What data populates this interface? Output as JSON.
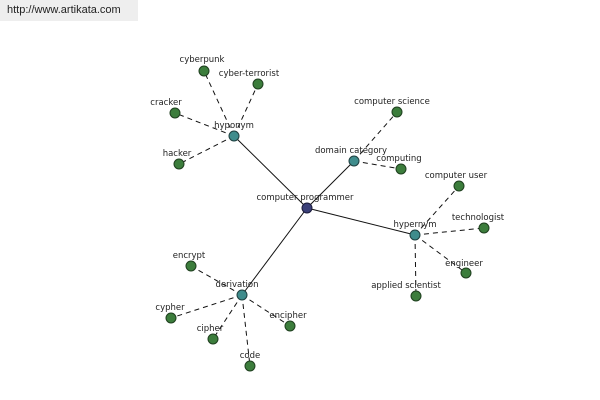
{
  "url": {
    "text": "http://www.artikata.com"
  },
  "colors": {
    "center": "#3a3f78",
    "hub": "#3f8c8c",
    "leaf": "#3c7d3c"
  },
  "graph": {
    "center": {
      "label": "computer programmer"
    },
    "hubs": [
      {
        "id": "hyponym",
        "label": "hyponym",
        "leaves": [
          "cyberpunk",
          "cyber-terrorist",
          "cracker",
          "hacker"
        ]
      },
      {
        "id": "domain-category",
        "label": "domain category",
        "leaves": [
          "computer science",
          "computing"
        ]
      },
      {
        "id": "hypernym",
        "label": "hypernym",
        "leaves": [
          "computer user",
          "technologist",
          "engineer",
          "applied scientist"
        ]
      },
      {
        "id": "derivation",
        "label": "derivation",
        "leaves": [
          "encrypt",
          "cypher",
          "cipher",
          "code",
          "encipher"
        ]
      }
    ]
  }
}
